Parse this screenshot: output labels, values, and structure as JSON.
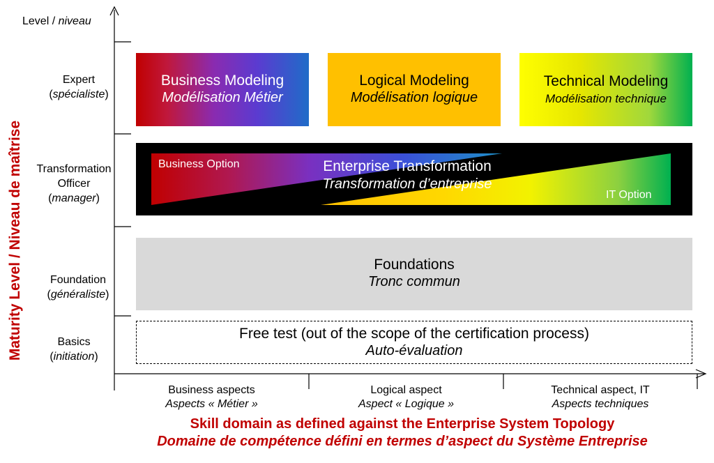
{
  "y_axis": {
    "top_label": "Level /",
    "top_label_italic": "niveau",
    "title": "Maturity Level / Niveau de maîtrise"
  },
  "levels": [
    {
      "line1": "Expert",
      "line2_italic": "spécialiste"
    },
    {
      "line1": "Transformation",
      "line2": "Officer",
      "line3_italic": "manager"
    },
    {
      "line1": "Foundation",
      "line2_italic": "généraliste"
    },
    {
      "line1": "Basics",
      "line2_italic": "initiation"
    }
  ],
  "boxes": {
    "business_modeling": {
      "title": "Business Modeling",
      "subtitle": "Modélisation Métier",
      "colors": [
        "#c00000",
        "#8a2bb0",
        "#1f6cc8"
      ]
    },
    "logical_modeling": {
      "title": "Logical Modeling",
      "subtitle": "Modélisation logique",
      "color": "#ffc000"
    },
    "technical_modeling": {
      "title": "Technical Modeling",
      "subtitle": "Modélisation  technique",
      "colors": [
        "#ffff00",
        "#00b050"
      ]
    },
    "enterprise_transformation": {
      "title": "Enterprise Transformation",
      "subtitle": "Transformation d’entreprise",
      "business_option": "Business Option",
      "it_option": "IT Option",
      "background": "#000000"
    },
    "foundations": {
      "title": "Foundations",
      "subtitle": "Tronc commun",
      "color": "#d9d9d9"
    },
    "free_test": {
      "title": "Free test (out of the scope of the certification process)",
      "subtitle": "Auto-évaluation"
    }
  },
  "x_axis": {
    "categories": [
      {
        "line1": "Business aspects",
        "line2_italic": "Aspects « Métier »"
      },
      {
        "line1": "Logical aspect",
        "line2_italic": "Aspect « Logique »"
      },
      {
        "line1": "Technical aspect, IT",
        "line2_italic": "Aspects techniques"
      }
    ],
    "title_line1": "Skill domain as defined against the Enterprise System Topology",
    "title_line2": "Domaine de compétence défini en termes d’aspect du Système Entreprise"
  },
  "colors": {
    "accent_red": "#c00000"
  }
}
